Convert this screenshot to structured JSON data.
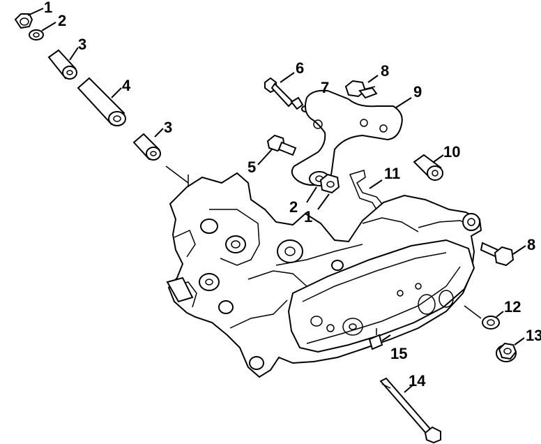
{
  "callouts": {
    "c1a": "1",
    "c2a": "2",
    "c3a": "3",
    "c4": "4",
    "c3b": "3",
    "c5": "5",
    "c6": "6",
    "c7": "7",
    "c8a": "8",
    "c9": "9",
    "c10": "10",
    "c11": "11",
    "c2b": "2",
    "c1b": "1",
    "c8b": "8",
    "c12": "12",
    "c13": "13",
    "c15": "15",
    "c14": "14"
  }
}
